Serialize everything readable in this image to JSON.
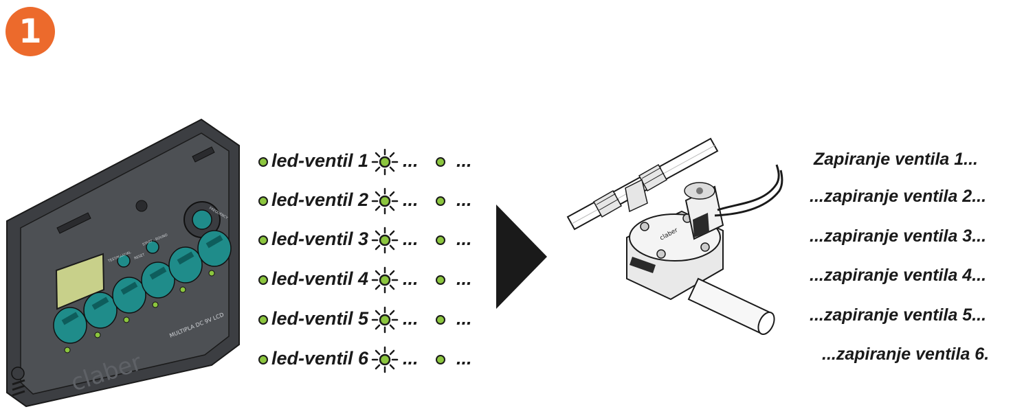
{
  "step": {
    "number": "1",
    "color": "#ec6a2c"
  },
  "controller": {
    "brand": "claber",
    "model": "MULTIPLA DC 9V LCD",
    "label_test": "TEST/MANUAL",
    "label_reset": "RESET",
    "label_start": "START - ROUND",
    "label_frequency": "FREQUENCY",
    "body_color": "#4a4c50",
    "knob_color": "#1f8c8a",
    "lcd_color": "#c8d08a"
  },
  "leds": [
    {
      "label": "led-ventil 1",
      "ellipsis_a": "...",
      "ellipsis_b": "..."
    },
    {
      "label": "led-ventil 2",
      "ellipsis_a": "...",
      "ellipsis_b": "..."
    },
    {
      "label": "led-ventil 3",
      "ellipsis_a": "...",
      "ellipsis_b": "..."
    },
    {
      "label": "led-ventil 4",
      "ellipsis_a": "...",
      "ellipsis_b": "..."
    },
    {
      "label": "led-ventil 5",
      "ellipsis_a": "...",
      "ellipsis_b": "..."
    },
    {
      "label": "led-ventil 6",
      "ellipsis_a": "...",
      "ellipsis_b": "..."
    }
  ],
  "led_color": "#8cc63f",
  "arrow": {
    "icon": "play-arrow-icon",
    "color": "#1a1a1a"
  },
  "valve": {
    "brand": "claber",
    "icon": "solenoid-valve-icon"
  },
  "closing": [
    "Zapiranje ventila 1...",
    "...zapiranje ventila 2...",
    "...zapiranje ventila 3...",
    "...zapiranje ventila 4...",
    "...zapiranje ventila 5...",
    "...zapiranje ventila 6."
  ]
}
